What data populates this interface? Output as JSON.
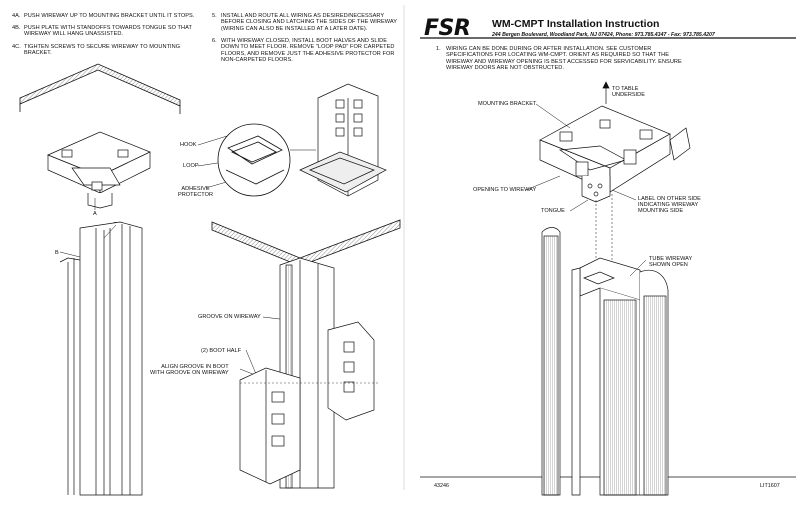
{
  "left_page": {
    "steps_col1": [
      {
        "num": "4a.",
        "text": "PUSH WIREWAY UP TO MOUNTING BRACKET UNTIL IT STOPS."
      },
      {
        "num": "4b.",
        "text": "PUSH PLATE WITH STANDOFFS TOWARDS TONGUE SO THAT WIREWAY WILL HANG UNASSISTED."
      },
      {
        "num": "4c.",
        "text": "TIGHTEN SCREWS TO SECURE WIREWAY TO MOUNTING BRACKET."
      }
    ],
    "steps_col2": [
      {
        "num": "5.",
        "text": "INSTALL AND ROUTE ALL WIRING AS DESIRED/NECESSARY BEFORE CLOSING AND LATCHING THE SIDES OF THE WIREWAY (WIRING CAN ALSO BE INSTALLED AT A LATER DATE)."
      },
      {
        "num": "6.",
        "text": "WITH WIREWAY CLOSED, INSTALL BOOT HALVES AND SLIDE DOWN TO MEET FLOOR.  REMOVE \"LOOP PAD\" FOR CARPETED FLOORS, AND REMOVE JUST THE ADHESIVE PROTECTOR FOR NON-CARPETED FLOORS."
      }
    ],
    "callouts": {
      "a": "a",
      "b": "b",
      "c": "c",
      "hook": "HOOK",
      "loop": "LOOP",
      "adhesive_1": "ADHESIVE",
      "adhesive_2": "PROTECTOR",
      "groove": "GROOVE ON WIREWAY",
      "boot_half": "(2) BOOT HALF",
      "align_1": "ALIGN GROOVE IN BOOT",
      "align_2": "WITH GROOVE ON WIREWAY"
    },
    "footer_code": "43246"
  },
  "right_page": {
    "logo": "FSR",
    "title": "WM-CMPT Installation Instruction",
    "address": "244 Bergen Boulevard, Woodland Park, NJ 07424, Phone: 973.785.4347 - Fax: 973.785.4207",
    "step1_num": "1.",
    "step1_text": "WIRING CAN BE DONE DURING OR AFTER INSTALLATION.  SEE CUSTOMER SPECIFICATIONS FOR LOCATING WM-CMPT.  ORIENT AS REQUIRED SO THAT THE WIREWAY AND WIREWAY OPENING IS BEST ACCESSED FOR SERVICABILITY.  ENSURE WIREWAY DOORS ARE NOT OBSTRUCTED.",
    "callouts": {
      "to_table_1": "TO TABLE",
      "to_table_2": "UNDERSIDE",
      "mounting_bracket": "MOUNTING BRACKET",
      "opening": "OPENING TO WIREWAY",
      "tongue": "TONGUE",
      "label_1": "LABEL ON OTHER SIDE",
      "label_2": "INDICATING WIREWAY",
      "label_3": "MOUNTING SIDE",
      "tube_1": "TUBE WIREWAY",
      "tube_2": "SHOWN OPEN"
    },
    "footer_code": "LIT1607"
  }
}
